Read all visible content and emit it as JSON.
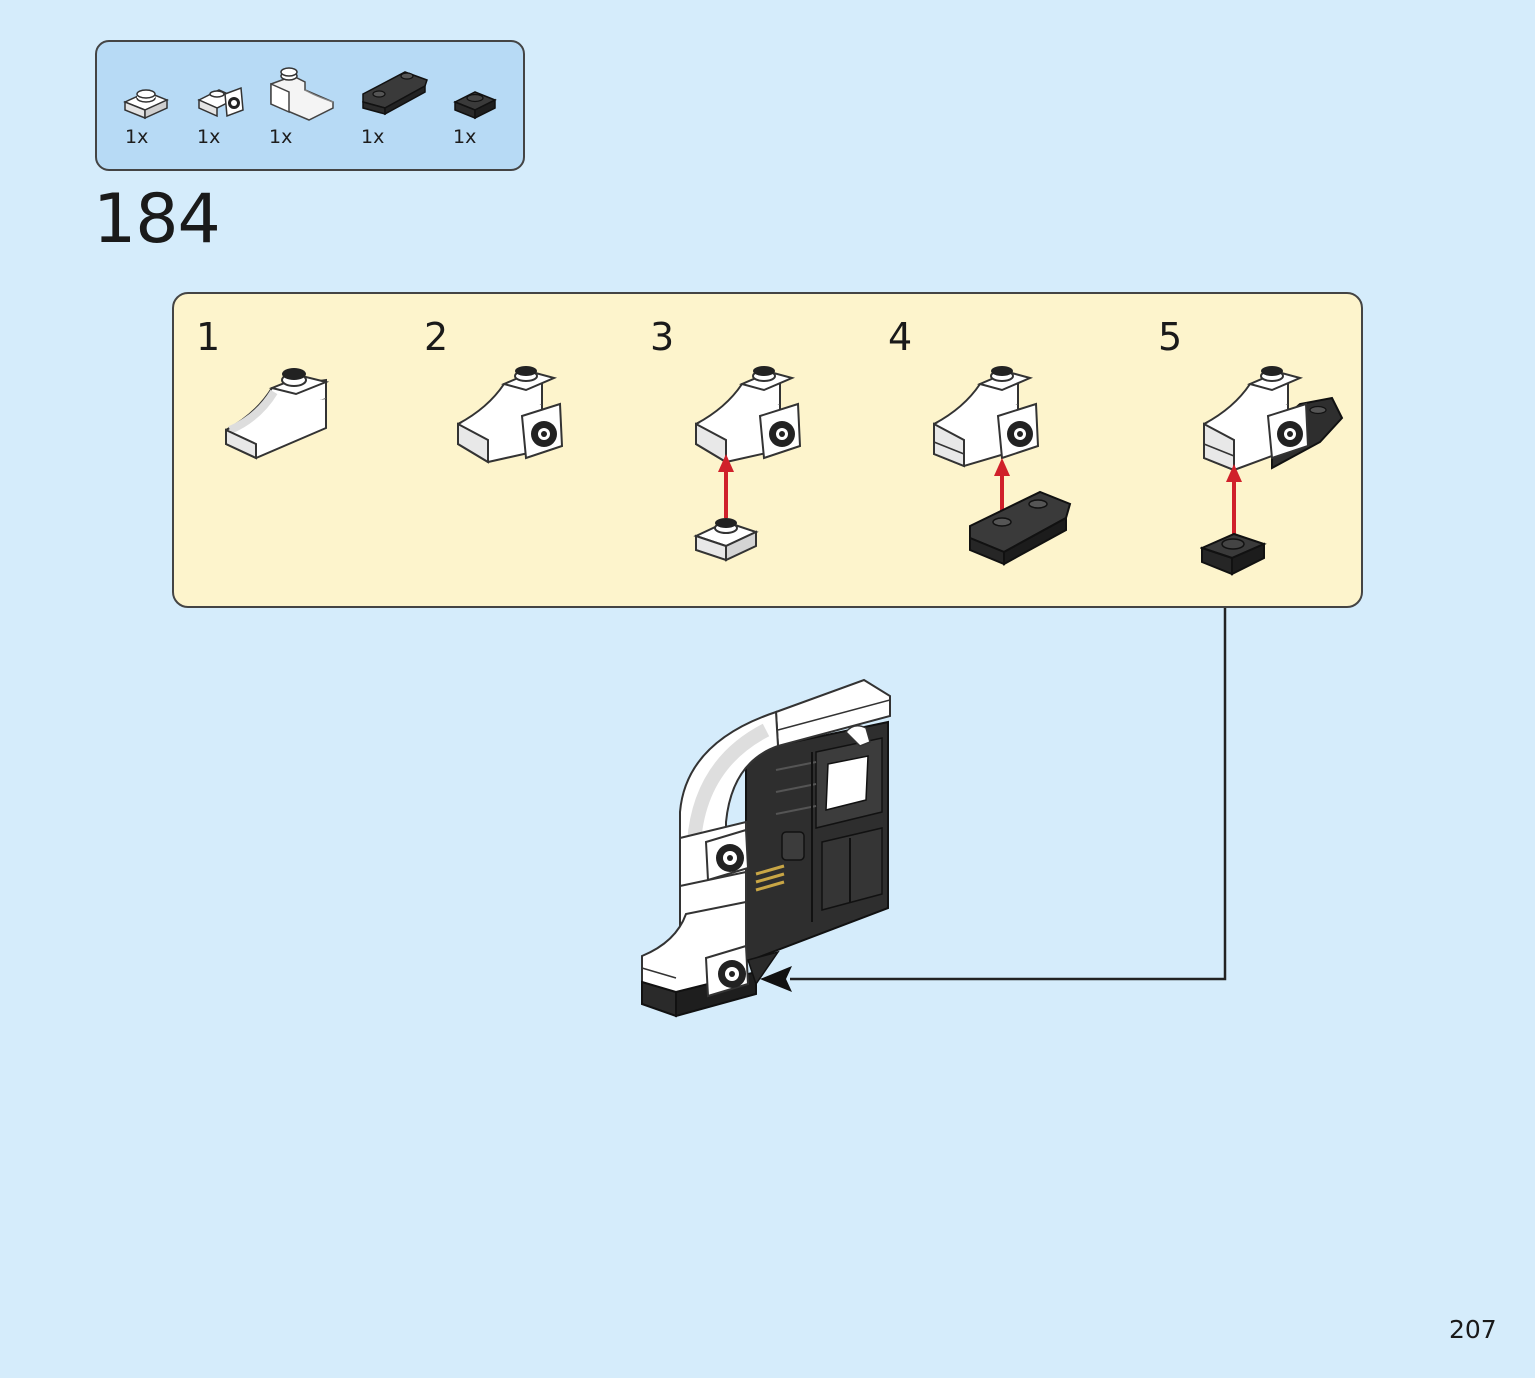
{
  "parts_list": {
    "items": [
      {
        "icon": "white-plate-1x1-icon",
        "qty": "1x"
      },
      {
        "icon": "white-bracket-1x1-icon",
        "qty": "1x"
      },
      {
        "icon": "white-slope-curved-icon",
        "qty": "1x"
      },
      {
        "icon": "black-inverted-slope-icon",
        "qty": "1x"
      },
      {
        "icon": "black-plate-1x1-icon",
        "qty": "1x"
      }
    ]
  },
  "step": {
    "number": "184"
  },
  "substeps": [
    {
      "number": "1"
    },
    {
      "number": "2"
    },
    {
      "number": "3"
    },
    {
      "number": "4"
    },
    {
      "number": "5"
    }
  ],
  "page": {
    "number": "207"
  },
  "colors": {
    "background": "#d5ecfb",
    "parts_box": "#b7daf5",
    "substep_box": "#fdf4cc",
    "arrow_red": "#d0202a",
    "brick_black": "#2b2b2b",
    "brick_white": "#ffffff"
  }
}
